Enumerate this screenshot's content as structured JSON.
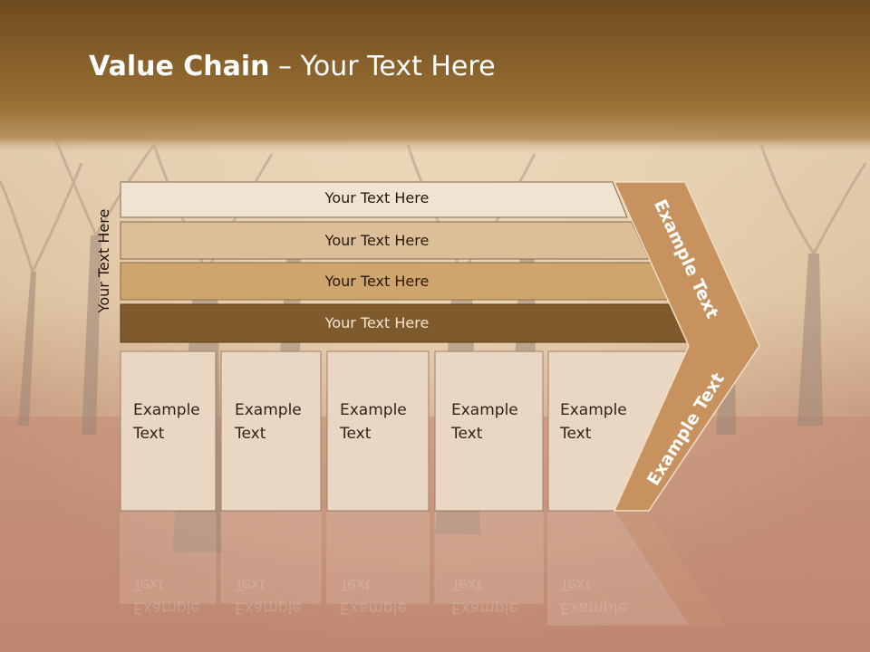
{
  "slide": {
    "title_bold": "Value Chain",
    "title_rest": " – Your Text Here",
    "vertical_label": "Your Text Here",
    "bars": [
      {
        "label": "Your Text Here",
        "color": "#efe3d2"
      },
      {
        "label": "Your Text Here",
        "color": "#dcbf98"
      },
      {
        "label": "Your Text Here",
        "color": "#cfa56e"
      },
      {
        "label": "Your Text Here",
        "color": "#7f5a2c"
      }
    ],
    "boxes": [
      {
        "text": "Example\nText"
      },
      {
        "text": "Example\nText"
      },
      {
        "text": "Example\nText"
      },
      {
        "text": "Example\nText"
      },
      {
        "text": "Example\nText"
      }
    ],
    "chevron_top": "Example Text",
    "chevron_bottom": "Example Text",
    "colors": {
      "header": "#8a6228",
      "chevron": "#c8925e",
      "box_fill": "#ead7c3"
    }
  }
}
